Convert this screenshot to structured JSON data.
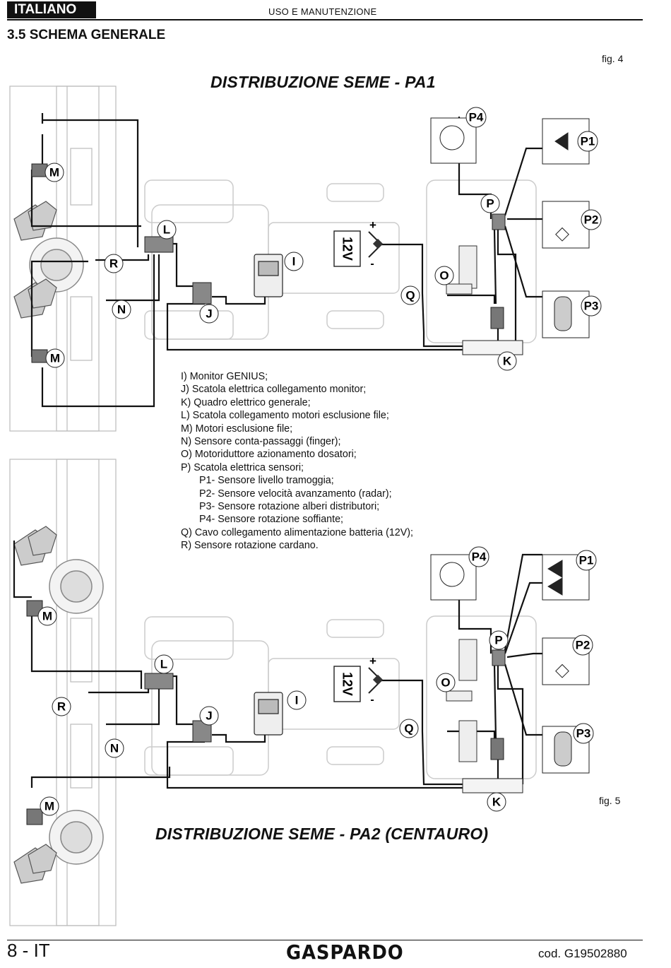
{
  "header": {
    "language": "ITALIANO",
    "center": "USO E MANUTENZIONE"
  },
  "section_title": "3.5 SCHEMA GENERALE",
  "figure1": {
    "fig_label": "fig. 4",
    "title": "DISTRIBUZIONE SEME - PA1"
  },
  "figure2": {
    "fig_label": "fig. 5",
    "title": "DISTRIBUZIONE SEME - PA2 (CENTAURO)"
  },
  "battery": {
    "voltage": "12V",
    "plus": "+",
    "minus": "-"
  },
  "component_labels": {
    "I": "I",
    "J": "J",
    "K": "K",
    "L": "L",
    "M": "M",
    "N": "N",
    "O": "O",
    "P": "P",
    "Q": "Q",
    "R": "R",
    "P1": "P1",
    "P2": "P2",
    "P3": "P3",
    "P4": "P4"
  },
  "legend": [
    "I)  Monitor GENIUS;",
    "J)  Scatola elettrica collegamento monitor;",
    "K)  Quadro elettrico generale;",
    "L)  Scatola collegamento motori esclusione file;",
    "M)  Motori esclusione file;",
    "N)  Sensore conta-passaggi (finger);",
    "O)  Motoriduttore azionamento dosatori;",
    "P)  Scatola elettrica sensori;",
    "P1- Sensore livello tramoggia;",
    "P2- Sensore velocità avanzamento (radar);",
    "P3- Sensore rotazione alberi distributori;",
    "P4- Sensore rotazione soffiante;",
    "Q)  Cavo collegamento alimentazione batteria (12V);",
    "R)  Sensore rotazione cardano."
  ],
  "footer": {
    "page": "8 - IT",
    "brand": "GASPARDO",
    "code": "cod.  G19502880"
  }
}
